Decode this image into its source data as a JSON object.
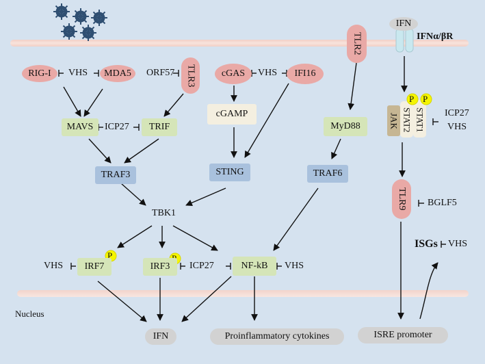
{
  "nodes": {
    "rig_i": "RIG-I",
    "mda5": "MDA5",
    "tlr3": "TLR3",
    "cgas": "cGAS",
    "ifi16": "IFI16",
    "tlr2": "TLR2",
    "ifn_top": "IFN",
    "ifn_receptor": "IFNα/βR",
    "mavs": "MAVS",
    "trif": "TRIF",
    "cgamp": "cGAMP",
    "myd88": "MyD88",
    "jak": "JAK",
    "stat2": "STAT2",
    "stat1": "STAT1",
    "traf3": "TRAF3",
    "sting": "STING",
    "traf6": "TRAF6",
    "tlr9": "TLR9",
    "tbk1": "TBK1",
    "irf7": "IRF7",
    "irf3": "IRF3",
    "nfkb": "NF-kB",
    "isgs": "ISGs",
    "ifn_out": "IFN",
    "cytokines": "Proinflammatory  cytokines",
    "isre": "ISRE promoter",
    "nucleus": "Nucleus"
  },
  "inhibitors": {
    "vhs_rig": "VHS",
    "orf57": "ORF57",
    "vhs_cgas": "VHS",
    "icp27_mavs": "ICP27",
    "icp27_stat_1": "ICP27",
    "icp27_stat_2": "VHS",
    "bglf5": "BGLF5",
    "vhs_isgs": "VHS",
    "vhs_irf7": "VHS",
    "icp27_irf3": "ICP27",
    "vhs_nfkb": "VHS"
  },
  "phospho_label": "P",
  "colors": {
    "background": "#d5e2ef",
    "membrane": "#f6d9cf",
    "receptor_pink": "#e9a9a6",
    "adaptor_green": "#d5e5b8",
    "kinase_blue": "#a9c1dd",
    "phospho_yellow": "#f5f500",
    "virus": "#2f4f72"
  }
}
